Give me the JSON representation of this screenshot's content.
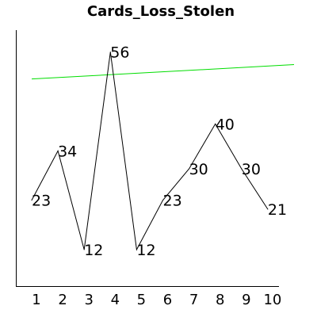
{
  "chart_data": {
    "type": "line",
    "title": "Cards_Loss_Stolen",
    "xlabel": "",
    "ylabel": "",
    "categories": [
      "1",
      "2",
      "3",
      "4",
      "5",
      "6",
      "7",
      "8",
      "9",
      "10"
    ],
    "x": [
      1,
      2,
      3,
      4,
      5,
      6,
      7,
      8,
      9,
      10
    ],
    "series": [
      {
        "values": [
          23,
          34,
          12,
          56,
          12,
          23,
          30,
          40,
          30,
          21
        ],
        "color": "#000000"
      }
    ],
    "trendline": {
      "x": [
        1,
        11
      ],
      "y": [
        50,
        53.2
      ],
      "color": "#00dd00"
    },
    "xlim": [
      1,
      11
    ],
    "ylim": [
      6,
      60
    ],
    "grid": false,
    "legend": "none",
    "show_y_ticks": false
  }
}
